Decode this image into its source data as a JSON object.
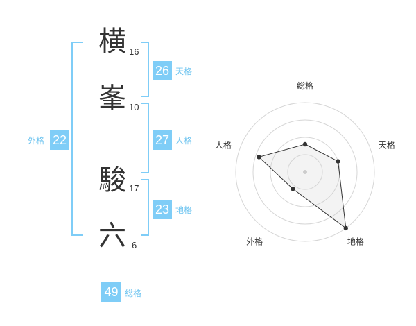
{
  "name": {
    "chars": [
      {
        "char": "横",
        "strokes": "16"
      },
      {
        "char": "峯",
        "strokes": "10"
      },
      {
        "char": "駿",
        "strokes": "17"
      },
      {
        "char": "六",
        "strokes": "6"
      }
    ]
  },
  "fortunes": {
    "tenkaku": {
      "value": "26",
      "label": "天格"
    },
    "jinkaku": {
      "value": "27",
      "label": "人格"
    },
    "chikaku": {
      "value": "23",
      "label": "地格"
    },
    "gaikaku": {
      "value": "22",
      "label": "外格"
    },
    "soukaku": {
      "value": "49",
      "label": "総格"
    }
  },
  "colors": {
    "accent": "#7fcdf7",
    "label": "#6ec4f0",
    "text": "#333333"
  },
  "chart_data": {
    "type": "radar",
    "axes": [
      "総格",
      "天格",
      "地格",
      "外格",
      "人格"
    ],
    "values": [
      0.4,
      0.5,
      1.0,
      0.3,
      0.7
    ],
    "range": [
      0,
      1
    ],
    "rings": 4
  }
}
